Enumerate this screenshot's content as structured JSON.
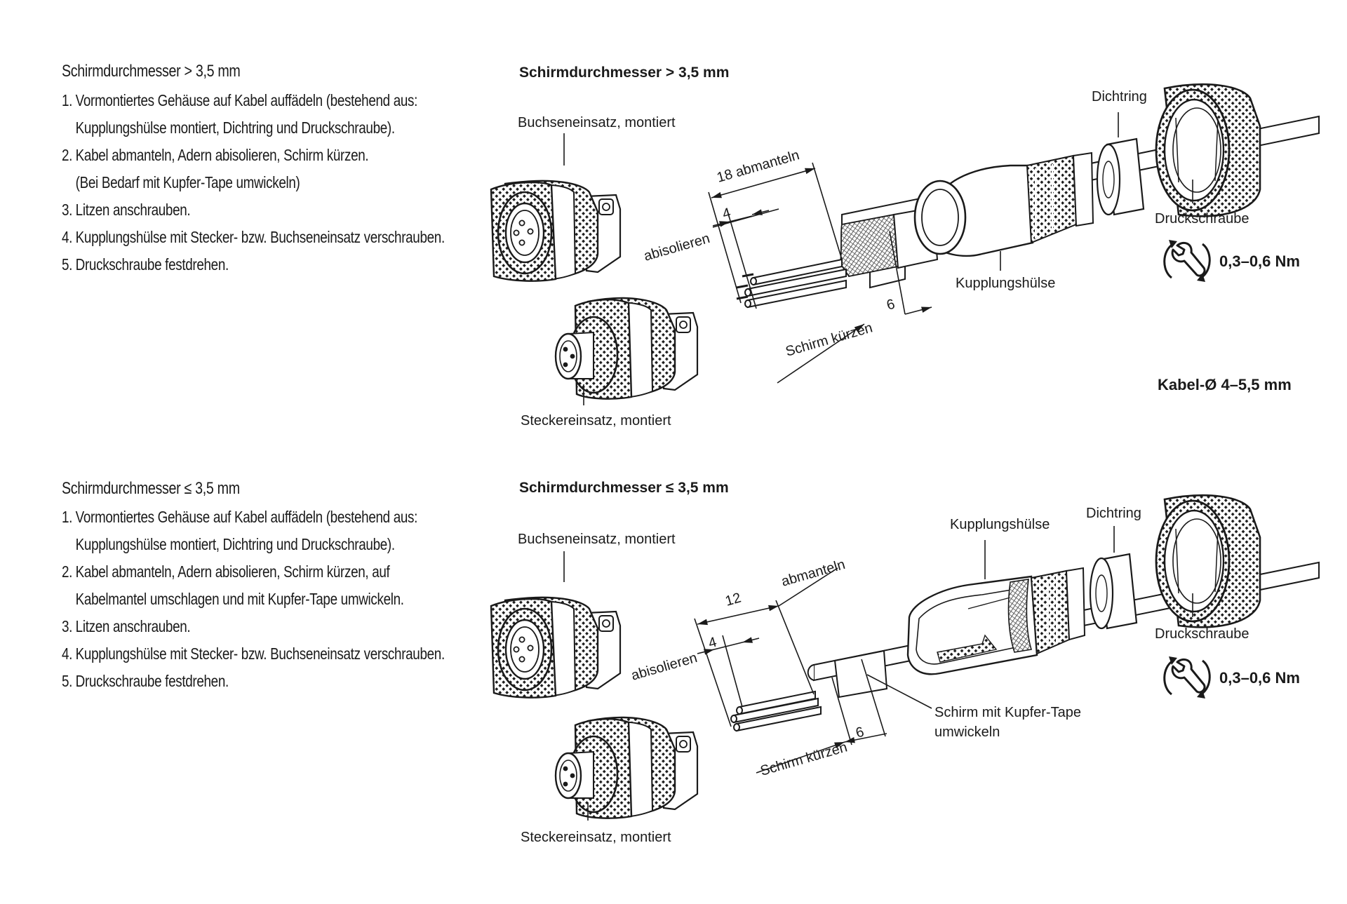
{
  "sections": [
    {
      "heading": "Schirmdurchmesser  > 3,5 mm",
      "steps": [
        {
          "num": "1.",
          "lines": [
            "Vormontiertes Gehäuse auf Kabel auffädeln (bestehend aus:",
            "Kupplungshülse montiert, Dichtring und Druckschraube)."
          ]
        },
        {
          "num": "2.",
          "lines": [
            "Kabel abmanteln, Adern abisolieren, Schirm kürzen.",
            "(Bei Bedarf mit Kupfer-Tape umwickeln)"
          ]
        },
        {
          "num": "3.",
          "lines": [
            "Litzen anschrauben."
          ]
        },
        {
          "num": "4.",
          "lines": [
            "Kupplungshülse mit Stecker- bzw. Buchseneinsatz verschrauben."
          ]
        },
        {
          "num": "5.",
          "lines": [
            "Druckschraube festdrehen."
          ]
        }
      ],
      "diagram": {
        "title": "Schirmdurchmesser  > 3,5 mm",
        "label_socket": "Buchseneinsatz, montiert",
        "label_plug": "Steckereinsatz, montiert",
        "dim_strip": "18  abmanteln",
        "dim_insulate_value": "4",
        "dim_insulate": "abisolieren",
        "dim_shield": "Schirm kürzen",
        "dim_shield_value": "6",
        "label_sleeve": "Kupplungshülse",
        "label_seal": "Dichtring",
        "label_screw": "Druckschraube",
        "torque": "0,3–0,6 Nm",
        "cable": "Kabel-Ø 4–5,5 mm"
      }
    },
    {
      "heading": "Schirmdurchmesser  ≤ 3,5 mm",
      "steps": [
        {
          "num": "1.",
          "lines": [
            "Vormontiertes Gehäuse auf Kabel auffädeln (bestehend aus:",
            "Kupplungshülse montiert, Dichtring und Druckschraube)."
          ]
        },
        {
          "num": "2.",
          "lines": [
            "Kabel abmanteln, Adern abisolieren, Schirm kürzen, auf",
            "Kabelmantel umschlagen und mit Kupfer-Tape umwickeln."
          ]
        },
        {
          "num": "3.",
          "lines": [
            "Litzen anschrauben."
          ]
        },
        {
          "num": "4.",
          "lines": [
            "Kupplungshülse mit Stecker- bzw. Buchseneinsatz verschrauben."
          ]
        },
        {
          "num": "5.",
          "lines": [
            "Druckschraube festdrehen."
          ]
        }
      ],
      "diagram": {
        "title": "Schirmdurchmesser  ≤ 3,5 mm",
        "label_socket": "Buchseneinsatz, montiert",
        "label_plug": "Steckereinsatz, montiert",
        "dim_strip_value": "12",
        "dim_strip": "abmanteln",
        "dim_insulate_value": "4",
        "dim_insulate": "abisolieren",
        "dim_shield": "Schirm kürzen",
        "dim_shield_value": "6",
        "label_sleeve": "Kupplungshülse",
        "label_seal": "Dichtring",
        "label_screw": "Druckschraube",
        "torque": "0,3–0,6 Nm",
        "label_tape": [
          "Schirm mit Kupfer-Tape",
          "umwickeln"
        ]
      }
    }
  ],
  "icons": {
    "torque": "wrench-rotate-icon"
  }
}
